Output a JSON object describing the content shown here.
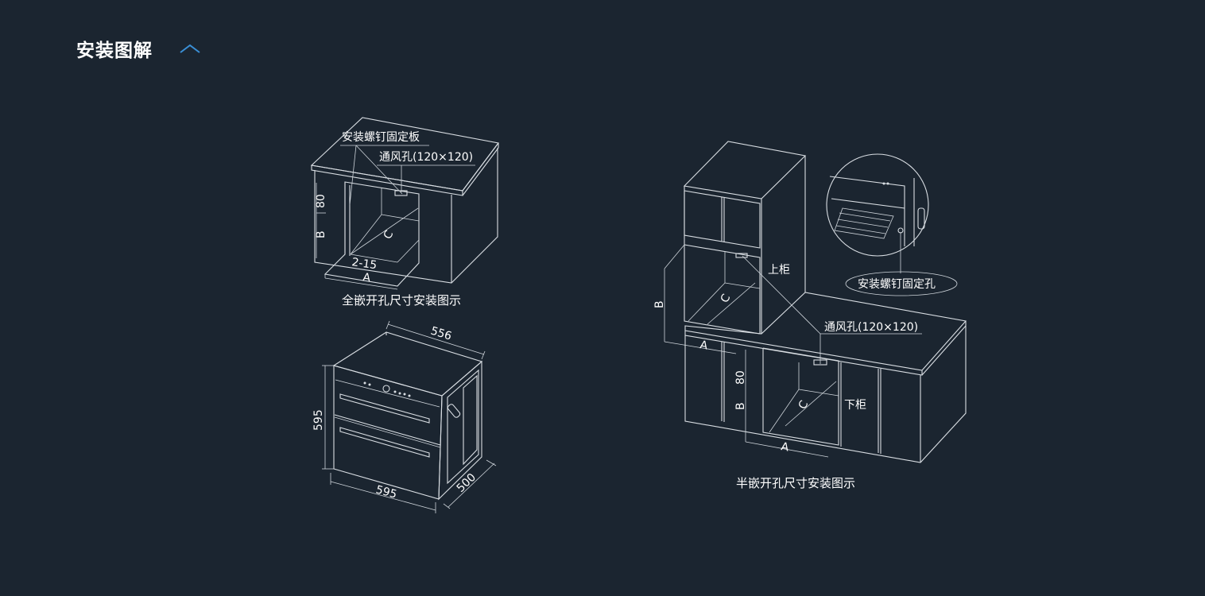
{
  "header": {
    "title": "安装图解",
    "toggle_icon": "chevron-up-icon",
    "accent_color": "#3a8fd6"
  },
  "diagram_full": {
    "label_screw_plate": "安装螺钉固定板",
    "label_vent": "通风孔(120×120)",
    "dim_80": "80",
    "dim_b": "B",
    "dim_c": "C",
    "dim_a": "A",
    "dim_gap": "2-15",
    "caption": "全嵌开孔尺寸安装图示"
  },
  "diagram_unit": {
    "dim_width_top": "556",
    "dim_height": "595",
    "dim_width_bottom": "595",
    "dim_depth": "500"
  },
  "diagram_half": {
    "label_upper": "上柜",
    "label_lower": "下柜",
    "label_vent": "通风孔(120×120)",
    "label_screw_hole": "安装螺钉固定孔",
    "dim_b_upper": "B",
    "dim_c_upper": "C",
    "dim_a_upper": "A",
    "dim_80": "80",
    "dim_b_lower": "B",
    "dim_c_lower": "C",
    "dim_a_lower": "A",
    "caption": "半嵌开孔尺寸安装图示"
  }
}
